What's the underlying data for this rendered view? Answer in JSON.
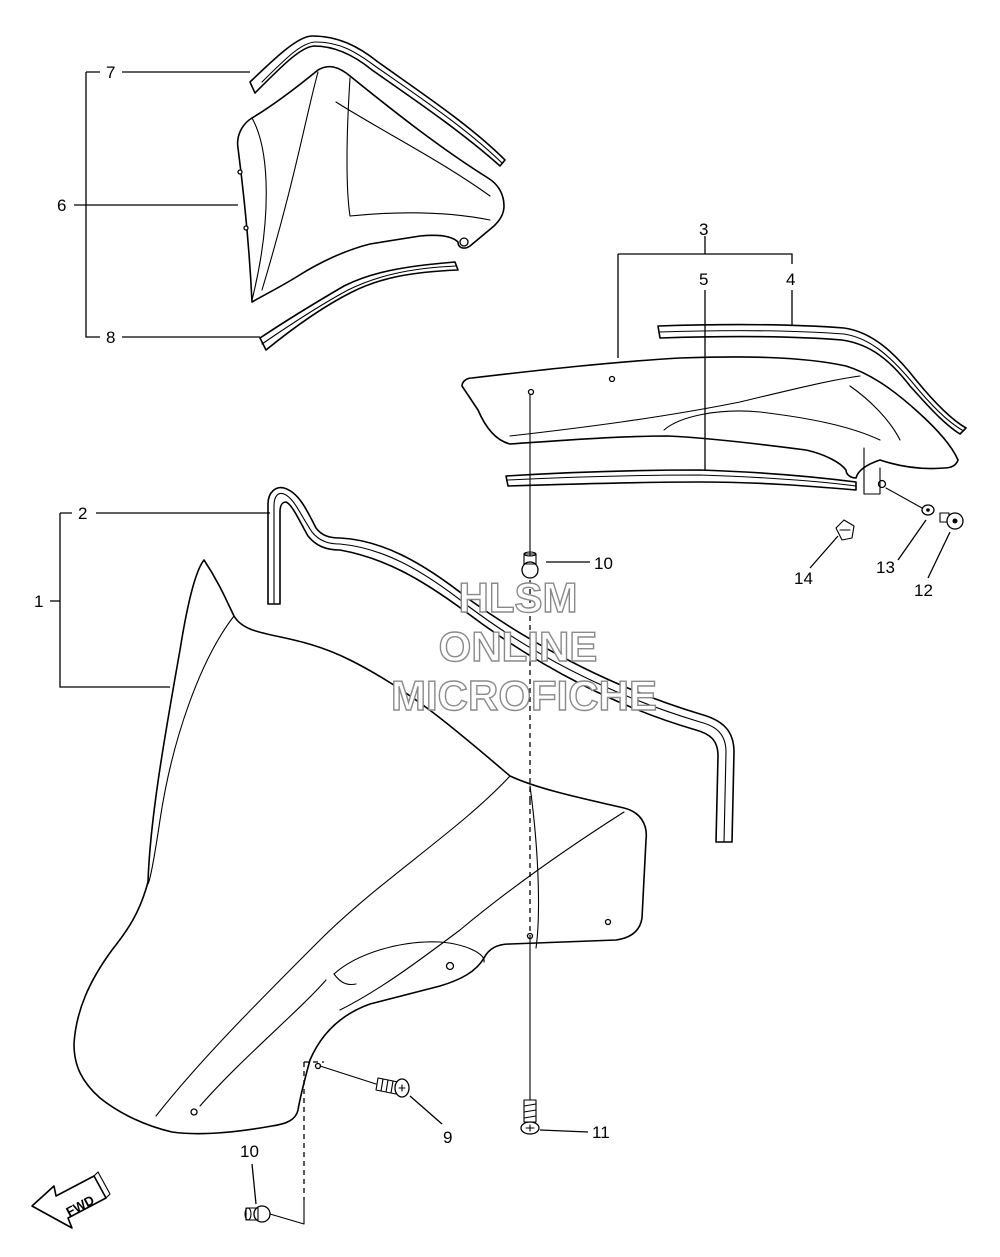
{
  "labels": {
    "c1": "1",
    "c2": "2",
    "c3": "3",
    "c4": "4",
    "c5": "5",
    "c6": "6",
    "c7": "7",
    "c8": "8",
    "c9": "9",
    "c10a": "10",
    "c10b": "10",
    "c11": "11",
    "c12": "12",
    "c13": "13",
    "c14": "14"
  },
  "watermark": {
    "line1": "HLSM",
    "line2": "ONLINE",
    "line3": "MICROFICHE"
  },
  "fwd_label": "FWD"
}
